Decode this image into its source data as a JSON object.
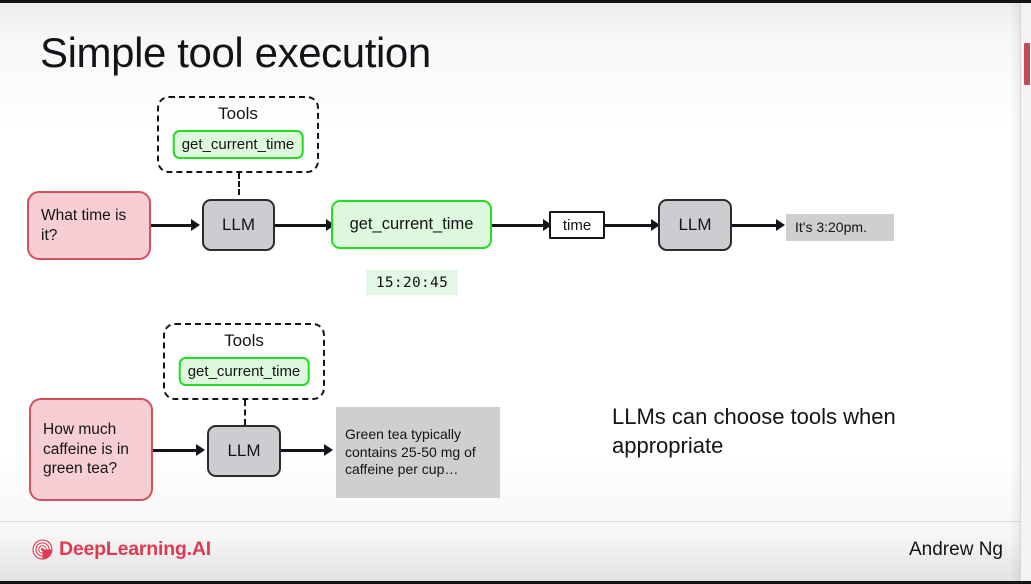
{
  "slide": {
    "title": "Simple tool execution",
    "caption": "LLMs can choose tools when appropriate"
  },
  "flow_top": {
    "tools_panel": {
      "label": "Tools",
      "tool": "get_current_time"
    },
    "user_query": "What time is it?",
    "llm_1": "LLM",
    "tool_call": "get_current_time",
    "tool_result_value": "15:20:45",
    "tool_result_name": "time",
    "llm_2": "LLM",
    "final_answer": "It's 3:20pm."
  },
  "flow_bottom": {
    "tools_panel": {
      "label": "Tools",
      "tool": "get_current_time"
    },
    "user_query": "How much caffeine is in green tea?",
    "llm": "LLM",
    "answer": "Green tea typically contains 25-50 mg of caffeine per cup…"
  },
  "footer": {
    "brand": "DeepLearning.AI",
    "author": "Andrew Ng"
  },
  "colors": {
    "accent_red": "#e03a52",
    "scrollbar_mark": "#bf4b53",
    "pink_fill": "#f6ced3",
    "pink_border": "#d4505c",
    "green_fill": "#ddf8dd",
    "green_border": "#22dd22",
    "gray_fill": "#cccdd0",
    "gray_plain": "#cfcfd1",
    "ink": "#111418"
  }
}
